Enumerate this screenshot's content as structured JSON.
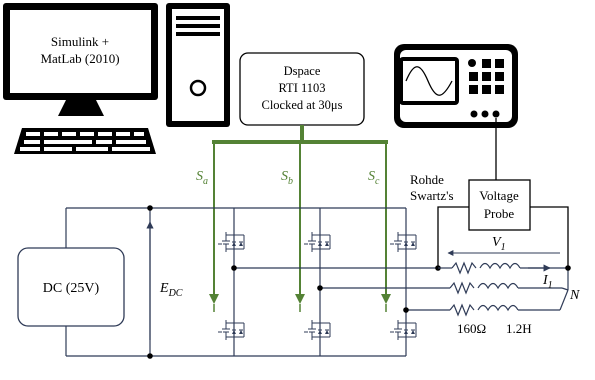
{
  "computer": {
    "monitor_line1": "Simulink +",
    "monitor_line2": "MatLab (2010)"
  },
  "dspace": {
    "line1": "Dspace",
    "line2": "RTI 1103",
    "line3": "Clocked at 30μs"
  },
  "gate_signals": [
    {
      "base": "S",
      "sub": "a"
    },
    {
      "base": "S",
      "sub": "b"
    },
    {
      "base": "S",
      "sub": "c"
    }
  ],
  "probe": {
    "owner_line1": "Rohde",
    "owner_line2": "Swartz's",
    "line1": "Voltage",
    "line2": "Probe"
  },
  "source": {
    "label": "DC (25V)"
  },
  "dc_voltage": {
    "base": "E",
    "sub": "DC"
  },
  "measurements": {
    "voltage": {
      "base": "V",
      "sub": "1"
    },
    "current": {
      "base": "I",
      "sub": "1"
    },
    "neutral": "N"
  },
  "load": {
    "resistance": "160Ω",
    "inductance": "1.2H"
  },
  "colors": {
    "control_bus": "#548235",
    "wiring": "#2f3b57",
    "outline": "#000000"
  }
}
